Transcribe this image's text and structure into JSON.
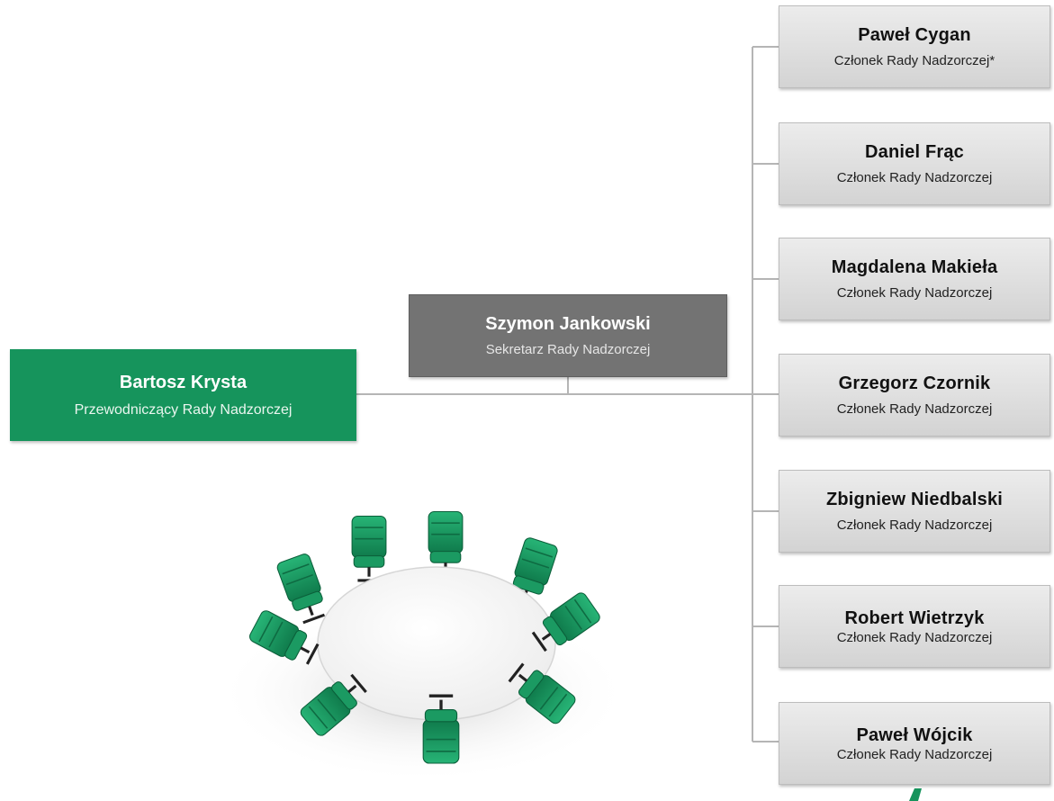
{
  "chairman": {
    "name": "Bartosz Krysta",
    "role": "Przewodniczący Rady Nadzorczej"
  },
  "secretary": {
    "name": "Szymon Jankowski",
    "role": "Sekretarz Rady Nadzorczej"
  },
  "members": [
    {
      "name": "Paweł Cygan",
      "role": "Członek Rady Nadzorczej*"
    },
    {
      "name": "Daniel Frąc",
      "role": "Członek Rady Nadzorczej"
    },
    {
      "name": "Magdalena Makieła",
      "role": "Członek Rady Nadzorczej"
    },
    {
      "name": "Grzegorz Czornik",
      "role": "Członek Rady Nadzorczej"
    },
    {
      "name": "Zbigniew Niedbalski",
      "role": "Członek Rady Nadzorczej"
    },
    {
      "name": "Robert Wietrzyk",
      "role": "Członek Rady Nadzorczej"
    },
    {
      "name": "Paweł Wójcik",
      "role": "Członek Rady Nadzorczej"
    }
  ],
  "colors": {
    "chair_green": "#16945c",
    "secretary_gray": "#737373",
    "member_gray": "#dcdcdc",
    "chair_seat_green": "#1a9a63"
  },
  "illustration": "round-table-with-green-chairs"
}
